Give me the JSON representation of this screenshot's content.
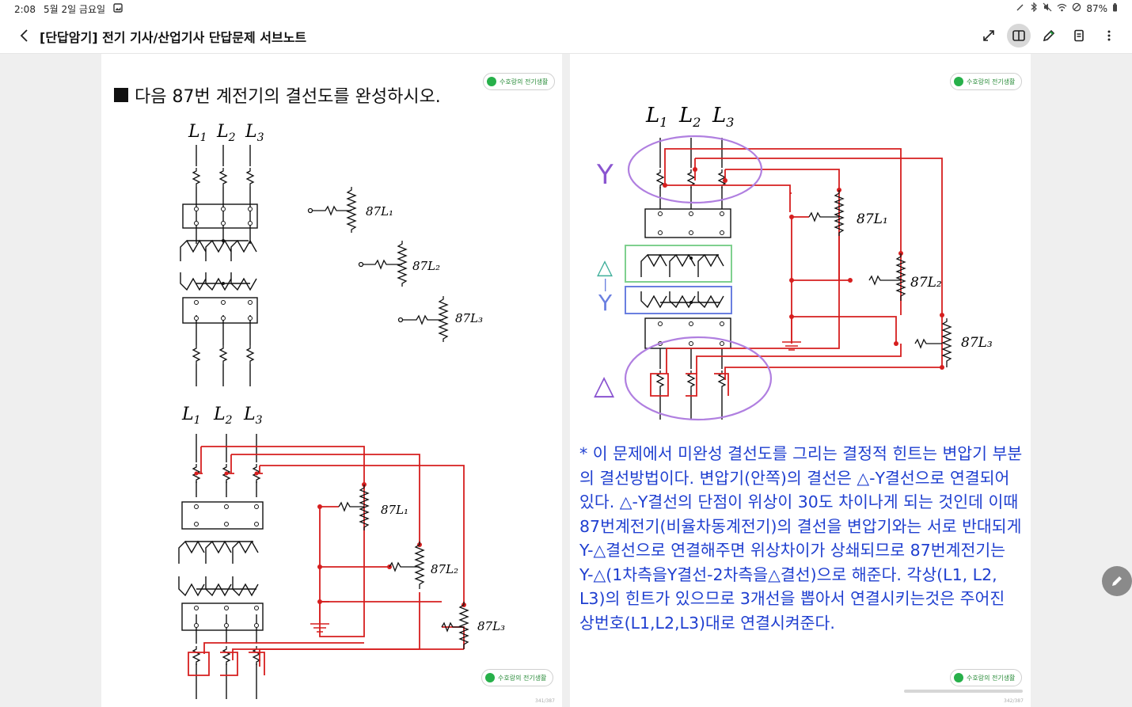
{
  "status": {
    "time": "2:08",
    "date": "5월 2일 금요일",
    "battery": "87%"
  },
  "header": {
    "title": "[단답암기] 전기 기사/산업기사 단답문제 서브노트"
  },
  "left_page": {
    "badge_top": "수호랑의 전기생활",
    "badge_bottom": "수호랑의 전기생활",
    "question": "다음 87번 계전기의 결선도를 완성하시오.",
    "page_number": "341/387",
    "diagram_top": {
      "phases": [
        "L",
        "L",
        "L"
      ],
      "phase_subs": [
        "1",
        "2",
        "3"
      ],
      "relays": [
        "87L₁",
        "87L₂",
        "87L₃"
      ]
    },
    "diagram_bottom": {
      "phases": [
        "L",
        "L",
        "L"
      ],
      "phase_subs": [
        "1",
        "2",
        "3"
      ],
      "relays": [
        "87L₁",
        "87L₂",
        "87L₃"
      ]
    }
  },
  "right_page": {
    "badge_top": "수호랑의 전기생활",
    "badge_bottom": "수호랑의 전기생활",
    "page_number": "342/387",
    "phases": [
      "L",
      "L",
      "L"
    ],
    "phase_subs": [
      "1",
      "2",
      "3"
    ],
    "relays": [
      "87L₁",
      "87L₂",
      "87L₃"
    ],
    "symbols": {
      "top_y": "Y",
      "delta": "△",
      "dash": "|",
      "mid_y": "Y",
      "bottom_delta": "△"
    },
    "explanation": "* 이 문제에서 미완성 결선도를 그리는 결정적 힌트는 변압기 부분의 결선방법이다. 변압기(안쪽)의 결선은 △-Y결선으로 연결되어 있다. △-Y결선의 단점이 위상이 30도 차이나게 되는 것인데 이때 87번계전기(비율차동계전기)의 결선을 변압기와는 서로 반대되게 Y-△결선으로 연결해주면 위상차이가 상쇄되므로 87번계전기는 Y-△(1차측을Y결선-2차측을△결선)으로 해준다. 각상(L1, L2, L3)의 힌트가 있으므로 3개선을 뽑아서 연결시키는것은 주어진 상번호(L1,L2,L3)대로 연결시켜준다."
  },
  "colors": {
    "wire_red": "#d61f1f",
    "text_blue": "#1f3fd0",
    "ellipse_purple": "#b07fe0",
    "box_green": "#7fd08f",
    "box_blue": "#6a7fe0",
    "symbol_purple": "#8a55d0",
    "symbol_teal": "#3fae9a"
  }
}
